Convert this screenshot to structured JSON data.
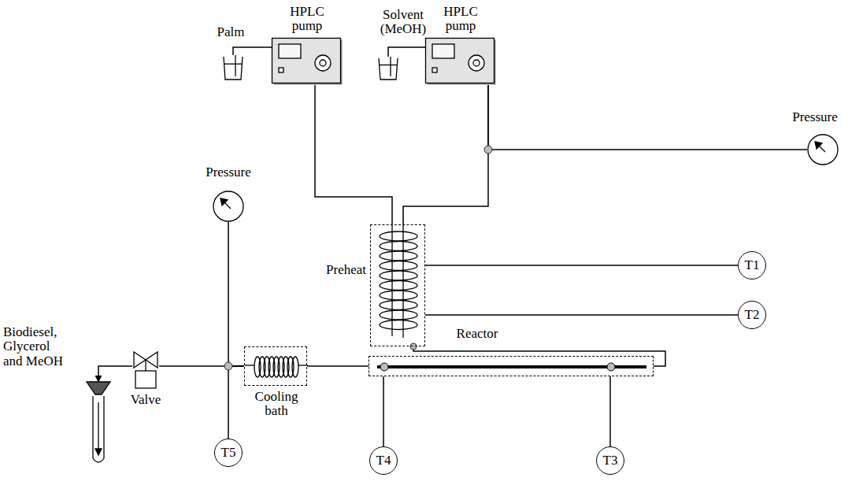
{
  "diagram": {
    "nodes": [
      {
        "text": [
          "Palm"
        ]
      },
      {
        "text": [
          "HPLC pump"
        ]
      },
      {
        "text": [
          "Solvent (MeOH)"
        ]
      },
      {
        "text": [
          "HPLC pump"
        ]
      },
      {
        "text": [
          "Pressure"
        ]
      },
      {
        "text": [
          "Preheat"
        ]
      },
      {
        "text": [
          "T1"
        ]
      },
      {
        "text": [
          "T2"
        ]
      },
      {
        "text": [
          "Reactor"
        ]
      },
      {
        "text": [
          "T3"
        ]
      },
      {
        "text": [
          "T4"
        ]
      },
      {
        "text": [
          "Cooling bath"
        ]
      },
      {
        "text": [
          "Pressure"
        ]
      },
      {
        "text": [
          "T5"
        ]
      },
      {
        "text": [
          "Valve"
        ]
      },
      {
        "text": [
          "Biodiesel, Glycerol and MeOH"
        ]
      }
    ],
    "edges": [
      {
        "from": 0,
        "to": 1,
        "arrow": "none"
      },
      {
        "from": 2,
        "to": 3,
        "arrow": "none"
      },
      {
        "from": 1,
        "to": 5,
        "arrow": "none"
      },
      {
        "from": 3,
        "to": 5,
        "arrow": "none"
      },
      {
        "from": 3,
        "to": 4,
        "arrow": "none"
      },
      {
        "from": 5,
        "to": 6,
        "arrow": "none"
      },
      {
        "from": 5,
        "to": 7,
        "arrow": "none"
      },
      {
        "from": 5,
        "to": 8,
        "arrow": "none"
      },
      {
        "from": 8,
        "to": 9,
        "arrow": "none"
      },
      {
        "from": 8,
        "to": 10,
        "arrow": "none"
      },
      {
        "from": 8,
        "to": 11,
        "arrow": "none"
      },
      {
        "from": 11,
        "to": 12,
        "arrow": "none"
      },
      {
        "from": 11,
        "to": 13,
        "arrow": "none"
      },
      {
        "from": 11,
        "to": 14,
        "arrow": "none"
      },
      {
        "from": 14,
        "to": 15,
        "arrow": "to"
      }
    ]
  }
}
